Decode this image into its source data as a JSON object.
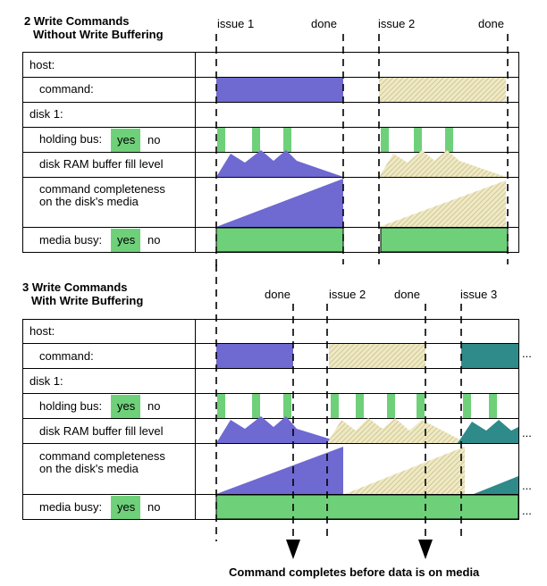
{
  "colors": {
    "purple": "#6f69d2",
    "tan": "#e4deb2",
    "teal": "#2f8a8a",
    "green": "#6fd07a",
    "line": "#000000"
  },
  "section1": {
    "title_line1": "2 Write Commands",
    "title_line2": "Without Write Buffering",
    "markers": [
      "issue 1",
      "done",
      "issue 2",
      "done"
    ]
  },
  "section2": {
    "title_line1": "3 Write Commands",
    "title_line2": "With Write Buffering",
    "markers": [
      "done",
      "issue 2",
      "done",
      "issue 3"
    ]
  },
  "rows": {
    "host": "host:",
    "command": "command:",
    "disk": "disk 1:",
    "holding_bus": "holding bus:",
    "yes": "yes",
    "no": "no",
    "fill_level": "disk RAM buffer fill level",
    "completeness_line1": "command completeness",
    "completeness_line2": "on the disk's media",
    "media_busy": "media busy:"
  },
  "ellipsis": "...",
  "caption": "Command completes before data is on media"
}
